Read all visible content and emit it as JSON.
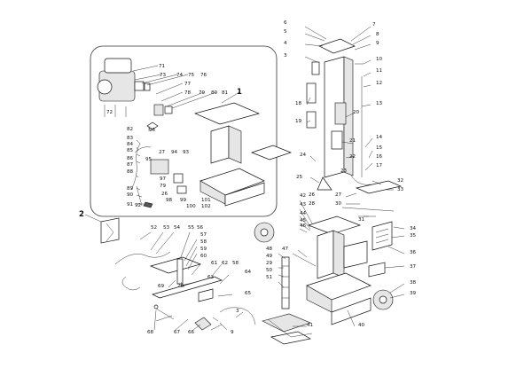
{
  "group_labels": [
    "1",
    "2"
  ],
  "part_numbers": [
    "71",
    "73",
    "74",
    "75",
    "76",
    "77",
    "78",
    "79",
    "80",
    "81",
    "72",
    "82",
    "83",
    "84",
    "85",
    "86",
    "87",
    "88",
    "89",
    "90",
    "91",
    "92",
    "96",
    "95",
    "27",
    "94",
    "93",
    "97",
    "79",
    "26",
    "98",
    "99",
    "100",
    "101",
    "102",
    "6",
    "5",
    "4",
    "3",
    "7",
    "8",
    "9",
    "10",
    "11",
    "12",
    "13",
    "18",
    "19",
    "20",
    "14",
    "15",
    "16",
    "17",
    "21",
    "22",
    "23",
    "24",
    "25",
    "32",
    "33",
    "42",
    "43",
    "44",
    "45",
    "46",
    "26",
    "28",
    "27",
    "30",
    "31",
    "34",
    "35",
    "36",
    "48",
    "49",
    "29",
    "50",
    "51",
    "47",
    "37",
    "38",
    "39",
    "40",
    "41",
    "52",
    "53",
    "54",
    "55",
    "56",
    "57",
    "58",
    "59",
    "60",
    "61",
    "62",
    "63",
    "58",
    "64",
    "69",
    "70",
    "65",
    "68",
    "67",
    "66",
    "9",
    "3"
  ]
}
